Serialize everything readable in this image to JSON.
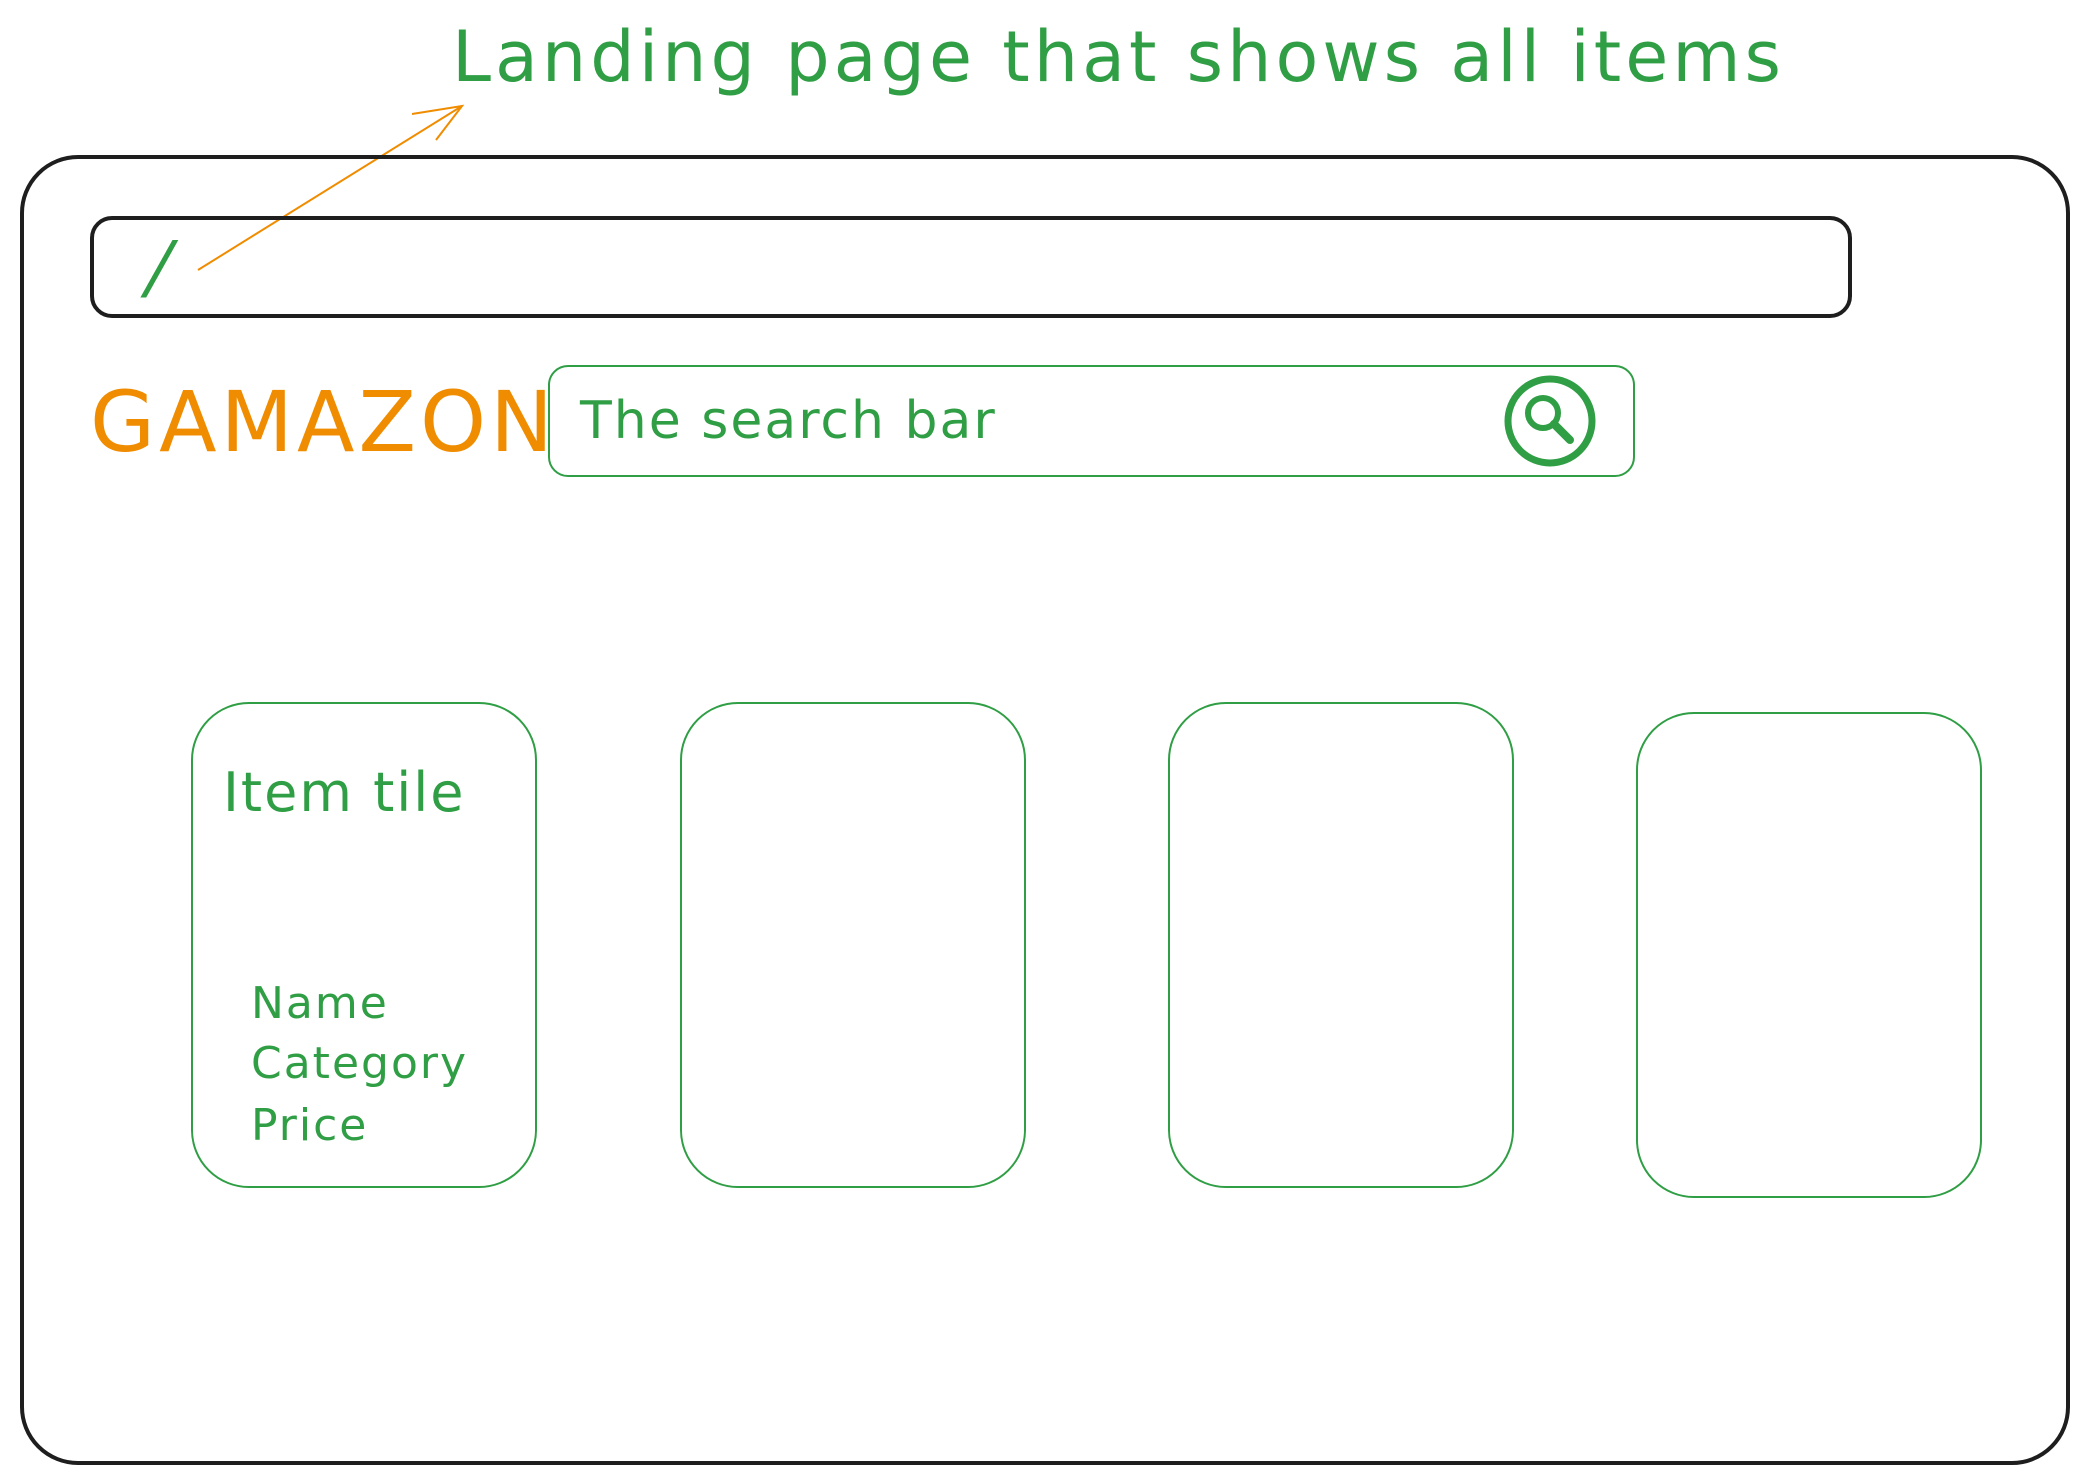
{
  "annotation": {
    "text": "Landing page that shows all items",
    "color": "#2f9e44",
    "arrow_color": "#f08c00"
  },
  "url_bar": {
    "path": "/"
  },
  "header": {
    "brand": "GAMAZON",
    "brand_color": "#f08c00",
    "search": {
      "placeholder": "The search bar",
      "button_icon": "search-icon"
    }
  },
  "item_tiles": [
    {
      "title": "Item tile",
      "fields": [
        "Name",
        "Category",
        "Price"
      ]
    },
    {},
    {},
    {}
  ],
  "colors": {
    "outline": "#1e1e1e",
    "accent": "#2f9e44"
  }
}
